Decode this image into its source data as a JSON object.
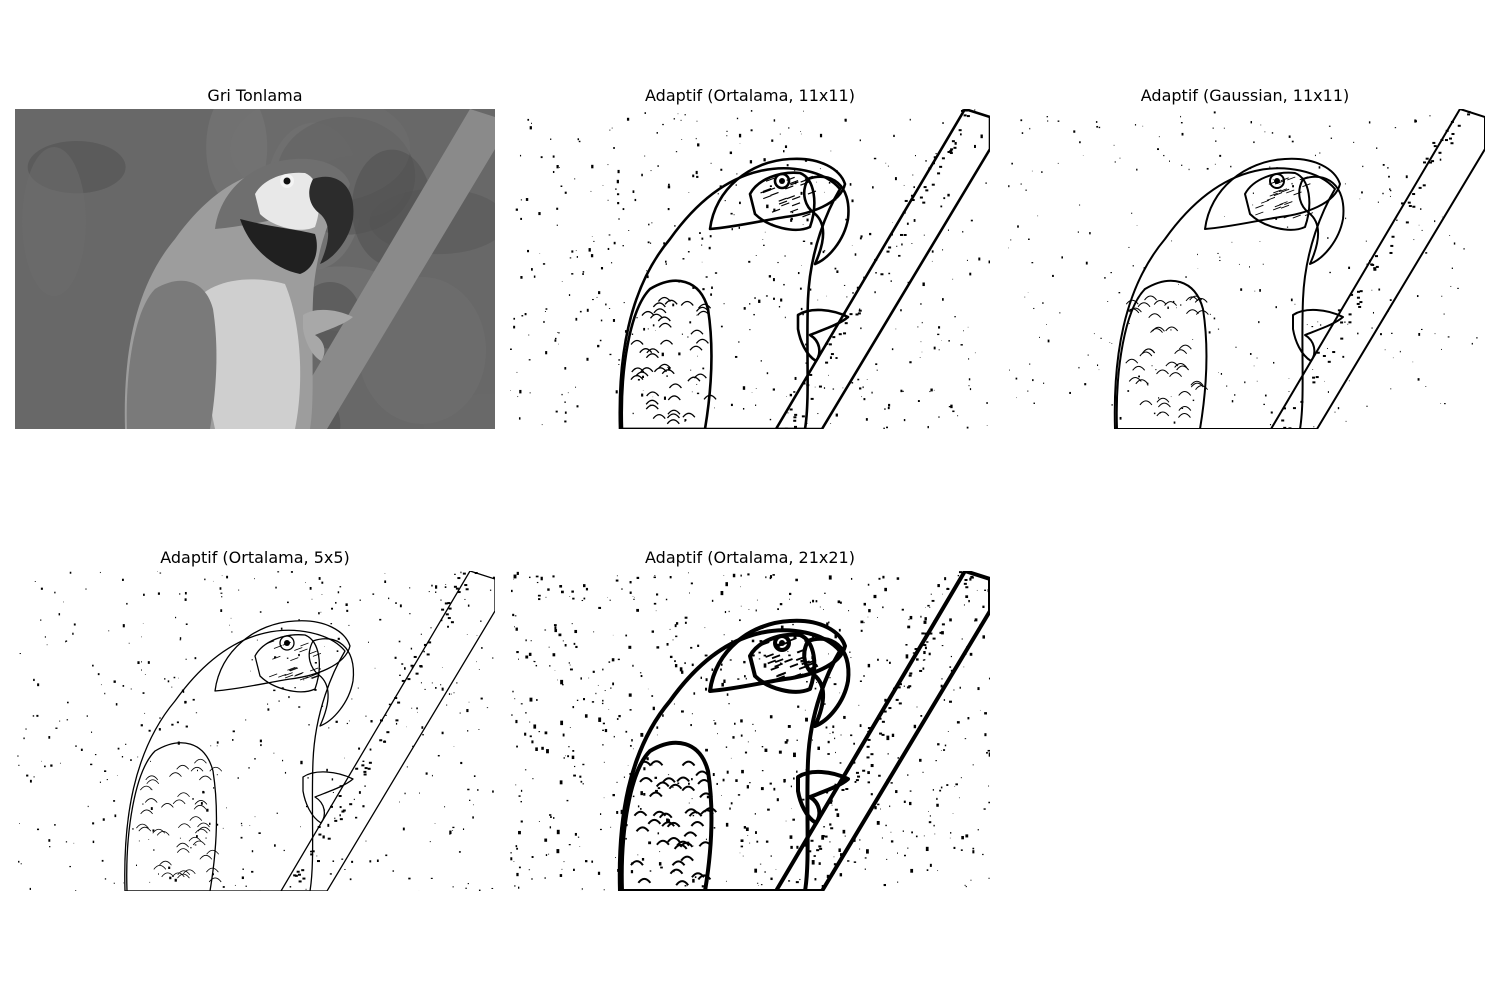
{
  "panels": [
    {
      "title": "Gri Tonlama",
      "mode": "grayscale"
    },
    {
      "title": "Adaptif (Ortalama, 11x11)",
      "mode": "binary",
      "noise": 0.5,
      "stroke": 2.6
    },
    {
      "title": "Adaptif (Gaussian, 11x11)",
      "mode": "binary",
      "noise": 0.3,
      "stroke": 2.0
    },
    {
      "title": "Adaptif (Ortalama, 5x5)",
      "mode": "binary",
      "noise": 0.45,
      "stroke": 1.3
    },
    {
      "title": "Adaptif (Ortalama, 21x21)",
      "mode": "binary",
      "noise": 0.8,
      "stroke": 4.0
    }
  ]
}
